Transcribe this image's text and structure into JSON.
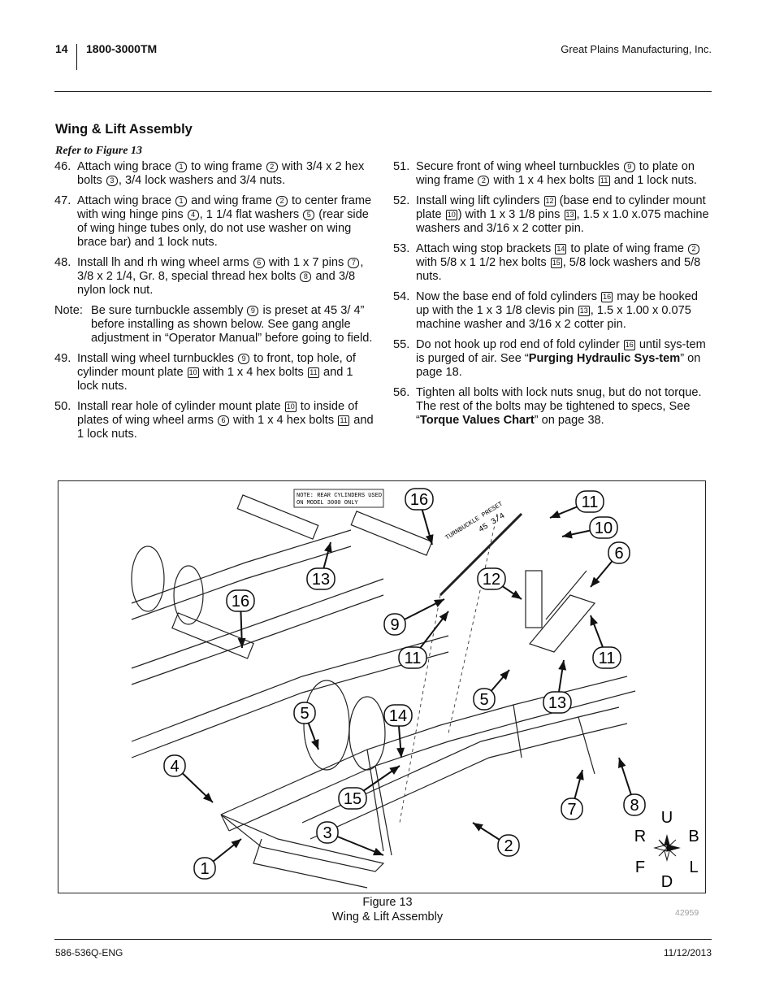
{
  "header": {
    "page_number": "14",
    "model": "1800-3000TM",
    "company": "Great Plains Manufacturing, Inc."
  },
  "section": {
    "title": "Wing & Lift Assembly",
    "refer": "Refer to Figure 13"
  },
  "steps_left": [
    {
      "num": "46.",
      "html": "Attach wing brace <span class='c'>1</span> to wing frame <span class='c'>2</span> with 3/4 x 2 hex bolts <span class='c'>3</span>, 3/4 lock washers and 3/4 nuts."
    },
    {
      "num": "47.",
      "html": "Attach wing brace <span class='c'>1</span> and wing frame <span class='c'>2</span> to center frame with wing hinge pins <span class='c'>4</span>, 1 1/4 flat washers <span class='c'>5</span> (rear side of wing hinge tubes only, do not use washer on wing brace bar) and 1 lock nuts."
    },
    {
      "num": "48.",
      "html": "Install lh and rh wing wheel arms <span class='c'>6</span> with 1 x 7 pins <span class='c'>7</span>, 3/8 x 2 1/4, Gr. 8, special thread hex bolts <span class='c'>8</span> and 3/8 nylon lock nut."
    },
    {
      "num": "Note:",
      "note": true,
      "html": "Be sure turnbuckle assembly <span class='c'>9</span> is preset at 45 3/ 4” before installing as shown below. See gang angle adjustment in “Operator Manual” before going to field."
    },
    {
      "num": "49.",
      "html": "Install wing wheel turnbuckles <span class='c'>9</span> to front, top hole, of cylinder mount plate <span class='c sq'>10</span> with 1 x 4 hex bolts <span class='c sq'>11</span> and 1 lock nuts."
    },
    {
      "num": "50.",
      "html": "Install rear hole of cylinder mount plate <span class='c sq'>10</span> to inside of plates of wing wheel arms <span class='c'>6</span> with 1 x 4 hex bolts <span class='c sq'>11</span> and 1 lock nuts."
    }
  ],
  "steps_right": [
    {
      "num": "51.",
      "html": "Secure front of wing wheel turnbuckles <span class='c'>9</span> to plate on wing frame <span class='c'>2</span> with 1 x 4 hex bolts <span class='c sq'>11</span> and 1 lock nuts."
    },
    {
      "num": "52.",
      "html": "Install wing lift cylinders <span class='c sq'>12</span> (base end to cylinder mount plate <span class='c sq'>10</span>) with 1 x 3 1/8 pins <span class='c sq'>13</span>, 1.5 x 1.0 x.075 machine washers and 3/16 x 2 cotter pin."
    },
    {
      "num": "53.",
      "html": "Attach wing stop brackets <span class='c sq'>14</span> to plate of wing frame <span class='c'>2</span> with 5/8 x 1 1/2 hex bolts <span class='c sq'>15</span>, 5/8 lock washers and 5/8 nuts."
    },
    {
      "num": "54.",
      "html": "Now the base end of fold cylinders <span class='c sq'>16</span> may be hooked up with the 1 x 3 1/8 clevis pin <span class='c sq'>13</span>, 1.5 x 1.00 x 0.075 machine washer and 3/16 x 2 cotter pin."
    },
    {
      "num": "55.",
      "html": "Do not hook up rod end of fold cylinder <span class='c sq'>16</span> until sys-tem is purged of air. See “<b>Purging Hydraulic Sys-tem</b>” on page 18."
    },
    {
      "num": "56.",
      "html": "Tighten all bolts with lock nuts snug, but do not torque. The rest of the bolts may be tightened to specs, See “<b>Torque Values Chart</b>” on page 38."
    }
  ],
  "figure": {
    "note_line1": "NOTE: REAR CYLINDERS USED",
    "note_line2": "ON MODEL 3000 ONLY",
    "turnbuckle_label": "TURNBUCKLE PRESET",
    "turnbuckle_value": "45 3/4",
    "callouts": [
      "16",
      "11",
      "10",
      "6",
      "13",
      "12",
      "16",
      "9",
      "11",
      "11",
      "5",
      "5",
      "13",
      "14",
      "4",
      "15",
      "3",
      "2",
      "1",
      "7",
      "8"
    ],
    "compass": {
      "up": "U",
      "down": "D",
      "right_side": "R",
      "back": "B",
      "front": "F",
      "left_side": "L"
    },
    "caption_line1": "Figure 13",
    "caption_line2": "Wing & Lift Assembly",
    "figure_number": "42959"
  },
  "footer": {
    "doc": "586-536Q-ENG",
    "date": "11/12/2013"
  }
}
